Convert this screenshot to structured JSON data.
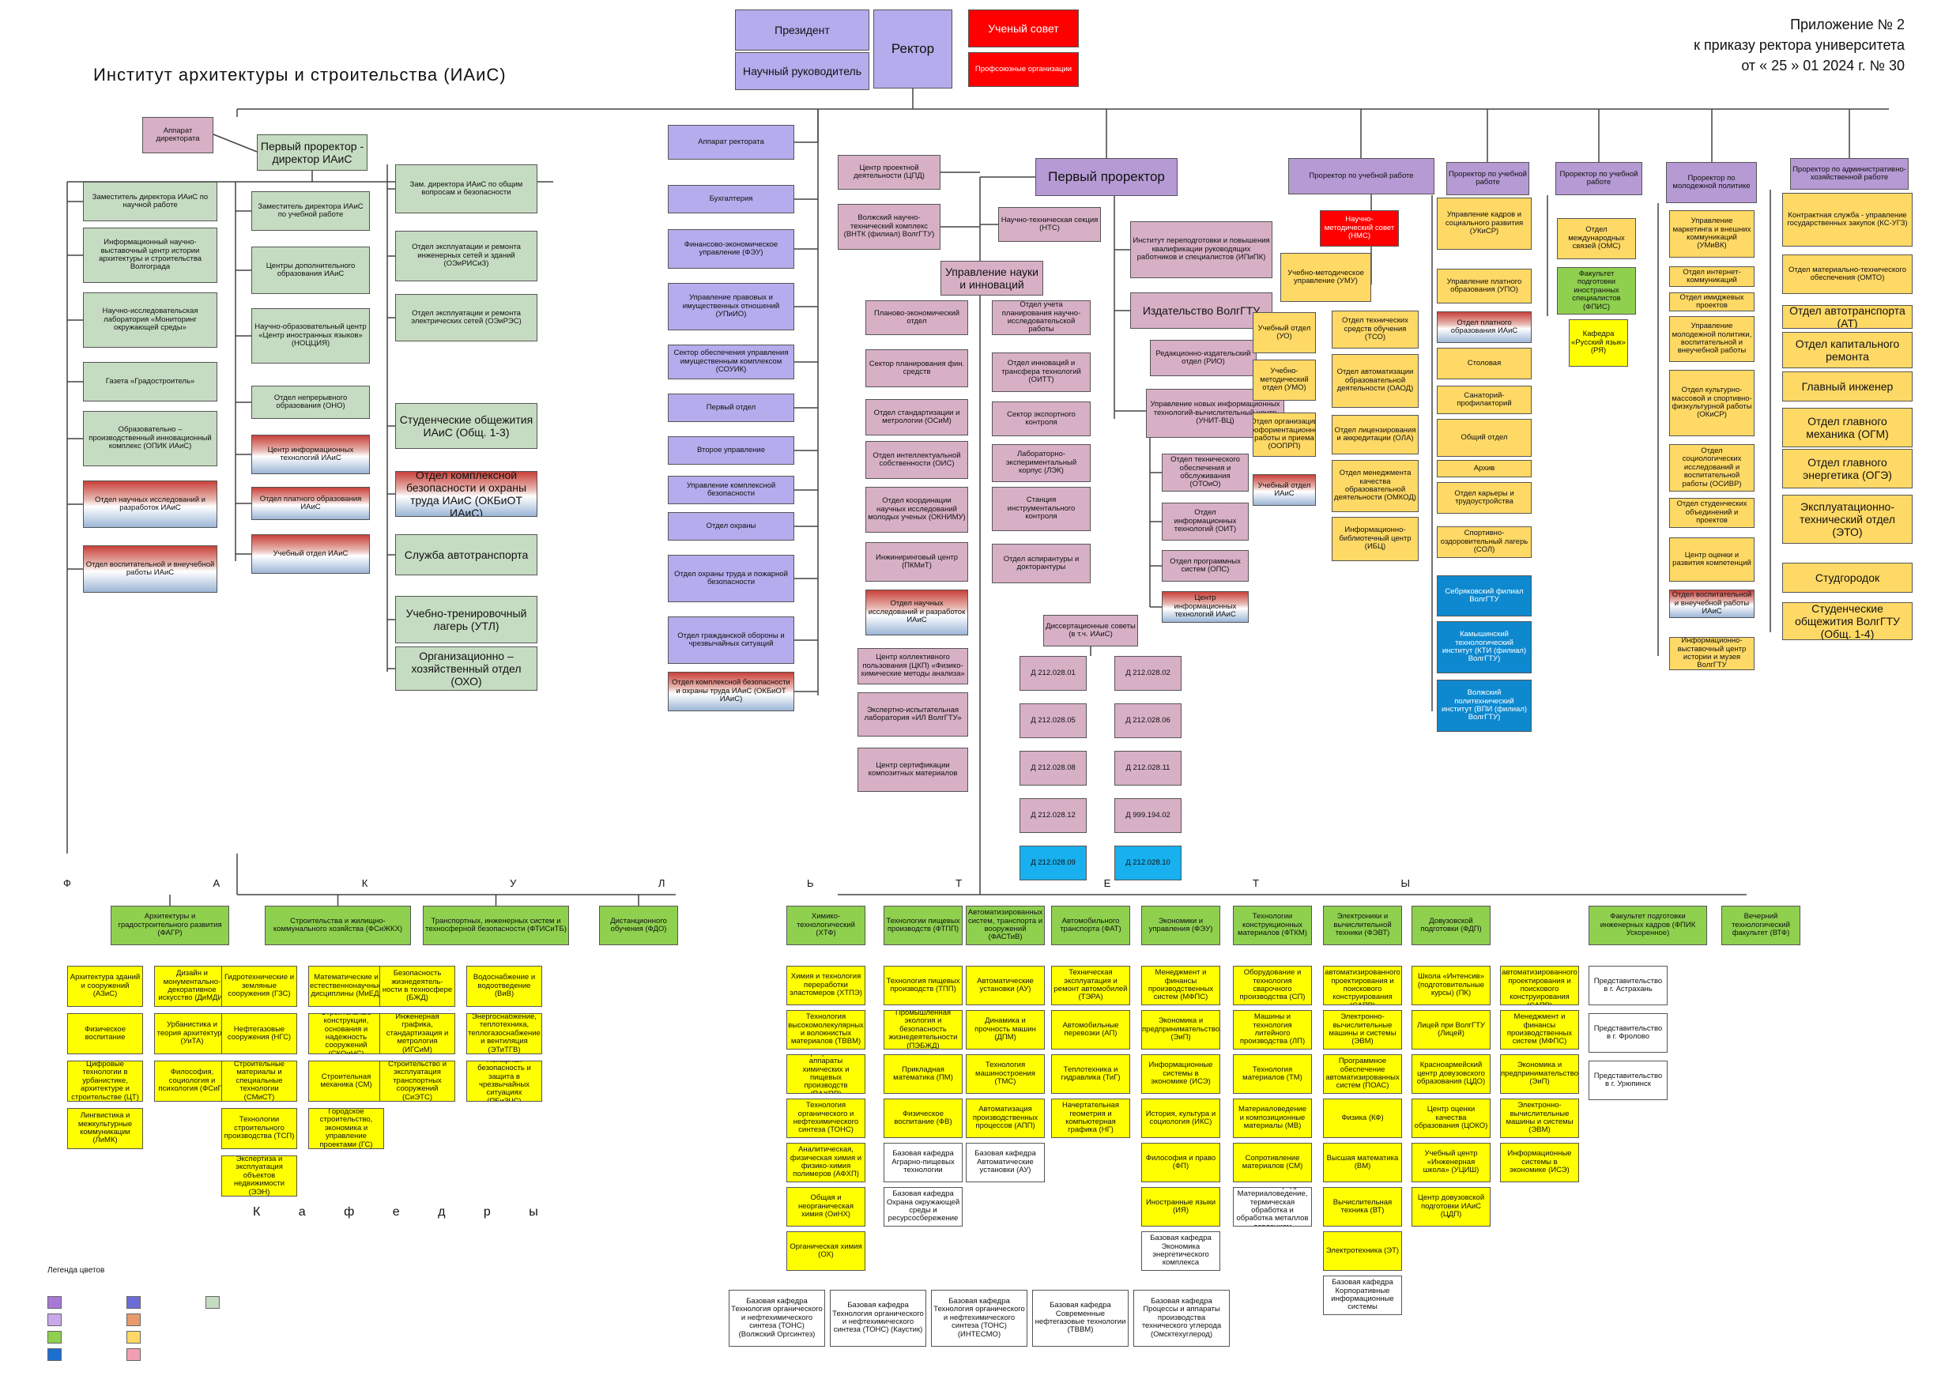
{
  "header": {
    "title": "Институт архитектуры и строительства (ИАиС)",
    "appendix": "Приложение № 2\nк приказу ректора университета\nот « 25 » 01 2024 г. № 30"
  },
  "top": {
    "president": "Президент",
    "rector": "Ректор",
    "academic_council": "Ученый совет",
    "scientific_director": "Научный руководитель",
    "union": "Профсоюзные организации"
  },
  "iais": {
    "apparatus": "Аппарат директората",
    "first_prorector": "Первый проректор - директор ИАиС",
    "col1": [
      "Заместитель директора ИАиС по научной работе",
      "Информационный научно-выставочный центр истории архитектуры и строительства Волгограда",
      "Научно-исследовательская лаборатория «Мониторинг окружающей среды»",
      "Газета «Градостроитель»",
      "Образовательно – производственный инновационный комплекс (ОПИК ИАиС)",
      "Отдел научных исследований и разработок ИАиС",
      "Отдел воспитательной и внеучебной работы ИАиС"
    ],
    "col2": [
      "Заместитель директора ИАиС по учебной работе",
      "Центры дополнительного образования ИАиС",
      "Научно-образовательный центр «Центр иностранных языков» (НОЦЦИЯ)",
      "Отдел непрерывного образования (ОНО)",
      "Центр информационных технологий ИАиС",
      "Отдел платного образования ИАиС",
      "Учебный отдел ИАиС"
    ],
    "col3": [
      "Зам. директора ИАиС по общим вопросам и безопасности",
      "Отдел эксплуатации и ремонта инженерных сетей и зданий (ОЭиРИСиЗ)",
      "Отдел эксплуатации и ремонта электрических сетей (ОЭиРЭС)",
      "Студенческие общежития ИАиС (Общ. 1-3)",
      "Отдел комплексной безопасности и охраны труда ИАиС (ОКБиОТ ИАиС)",
      "Служба автотранспорта",
      "Учебно-тренировочный лагерь (УТЛ)",
      "Организационно – хозяйственный отдел (ОХО)"
    ]
  },
  "rectorate": [
    "Аппарат ректората",
    "Бухгалтерия",
    "Финансово-экономическое управление (ФЭУ)",
    "Управление правовых и имущественных отношений (УПиИО)",
    "Сектор обеспечения управления имущественным комплексом (СОУИК)",
    "Первый отдел",
    "Второе управление",
    "Управление комплексной безопасности",
    "Отдел охраны",
    "Отдел охраны труда и пожарной безопасности",
    "Отдел гражданской обороны и чрезвычайных ситуаций",
    "Отдел комплексной безопасности и охраны труда ИАиС (ОКБиОТ ИАиС)"
  ],
  "first_prorector": {
    "title": "Первый проректор",
    "cpd": "Центр проектной деятельности (ЦПД)",
    "vntk": "Волжский научно-технический комплекс (ВНТК (филиал) ВолгГТУ)",
    "nts": "Научно-техническая секция (НТС)",
    "uni": "Управление науки и инноваций",
    "left": [
      "Планово-экономический отдел",
      "Сектор планирования фин. средств",
      "Отдел стандартизации и метрологии (ОСиМ)",
      "Отдел интеллектуальной собственности (ОИС)",
      "Отдел координации научных исследований молодых ученых (ОКНИМУ)",
      "Инжиниринговый центр (ПКМиТ)",
      "Отдел научных исследований и разработок ИАиС"
    ],
    "left_small": [
      "Центр коллективного пользования (ЦКП) «Физико-химические методы анализа»",
      "Экспертно-испытательная лаборатория «ИЛ ВолгГТУ»",
      "Центр сертификации композитных материалов"
    ],
    "right": [
      "Отдел учета планирования научно-исследовательской работы",
      "Отдел инноваций и трансфера технологий (ОИТТ)",
      "Сектор экспортного контроля",
      "Лабораторно-экспериментальный корпус (ЛЭК)",
      "Станция инструментального контроля",
      "Отдел аспирантуры и докторантуры"
    ],
    "dissertation": "Диссертационные советы (в т.ч. ИАиС)",
    "councils": [
      "Д 212.028.01",
      "Д 212.028.02",
      "Д 212.028.05",
      "Д 212.028.06",
      "Д 212.028.08",
      "Д 212.028.11",
      "Д 212.028.12",
      "Д 999.194.02",
      "Д 212.028.09",
      "Д 212.028.10"
    ],
    "ipipk": "Институт переподготовки и повышения квалификации руководящих работников и специалистов (ИПиПК)",
    "publishing": "Издательство ВолгГТУ",
    "rio": "Редакционно-издательский отдел (РИО)",
    "unit": "Управление новых информационных технологий-вычислительный центр (УНИТ-ВЦ)",
    "unit_sub": [
      "Отдел технического обеспечения и обслуживания (ОТОиО)",
      "Отдел информационных технологий (ОИТ)",
      "Отдел программных систем (ОПС)",
      "Центр информационных технологий ИАиС"
    ]
  },
  "edu": {
    "title": "Проректор по учебной работе",
    "nms": "Научно-методический совет (НМС)",
    "umu": "Учебно-методическое управление (УМУ)",
    "left": [
      "Учебный отдел (УО)",
      "Учебно-методический отдел (УМО)",
      "Отдел организации профориентационной работы и приема (ООПРП)",
      "Учебный отдел ИАиС"
    ],
    "right": [
      "Отдел технических средств обучения (ТСО)",
      "Отдел автоматизации образовательной деятельности (ОАОД)",
      "Отдел лицензирования и аккредитации (ОЛА)",
      "Отдел менеджмента качества образовательной деятельности (ОМКОД)",
      "Информационно-библиотечный центр (ИБЦ)"
    ]
  },
  "edu2": {
    "title": "Проректор по учебной работе",
    "items": [
      "Управление кадров и социального развития (УКиСР)",
      "Управление платного образования (УПО)",
      "Отдел платного образования ИАиС",
      "Столовая",
      "Санаторий-профилакторий",
      "Общий отдел",
      "Архив",
      "Отдел карьеры и трудоустройства",
      "Спортивно-оздоровительный лагерь (СОЛ)",
      "Себряковский филиал ВолгГТУ",
      "Камышинский технологический институт (КТИ (филиал) ВолгГТУ)",
      "Волжский политехнический институт (ВПИ (филиал) ВолгГТУ)"
    ]
  },
  "edu3": {
    "title": "Проректор по учебной работе",
    "items": [
      "Отдел международных связей (ОМС)",
      "Факультет подготовки иностранных специалистов (ФПИС)",
      "Кафедра «Русский язык» (РЯ)"
    ]
  },
  "youth": {
    "title": "Проректор по молодежной политике",
    "items": [
      "Управление маркетинга и внешних коммуникаций (УМиВК)",
      "Отдел интернет-коммуникаций",
      "Отдел имиджевых проектов",
      "Управление молодежной политики, воспитательной и внеучебной работы",
      "Отдел культурно-массовой и спортивно-физкультурной работы (ОКиСР)",
      "Отдел социологических исследований и воспитательной работы (ОСИВР)",
      "Отдел студенческих объединений и проектов",
      "Центр оценки и развития компетенций",
      "Отдел воспитательной и внеучебной работы ИАиС",
      "Информационно-выставочный центр истории и музея ВолгГТУ"
    ]
  },
  "admin": {
    "title": "Проректор по административно-хозяйственной работе",
    "items": [
      "Контрактная служба - управление государственных закупок (КС-УГЗ)",
      "Отдел материально-технического обеспечения (ОМТО)",
      "Отдел автотранспорта (АТ)",
      "Отдел капитального ремонта",
      "Главный инженер",
      "Отдел главного механика (ОГМ)",
      "Отдел главного энергетика (ОГЭ)",
      "Эксплуатационно-технический отдел (ЭТО)",
      "Студгородок",
      "Студенческие общежития ВолгГТУ (Общ. 1-4)"
    ]
  },
  "faculties_label": "Ф А К У Л Ь Т Е Т Ы",
  "kafedry_label": "К а ф е д р ы",
  "iais_faculties": [
    {
      "name": "Архитектуры и градостроительного развития (ФАГР)",
      "deps": [
        "Архитектура зданий и сооружений (АЗиС)",
        "Дизайн и монументально-декоративное искусство (ДиМДИ)",
        "Физическое воспитание",
        "Урбанистика и теория архитектуры (УиТА)",
        "Цифровые технологии в урбанистике, архитектуре и строительстве (ЦТ)",
        "Философия, социология и психология (ФСиП)",
        "Лингвистика и межкультурные коммуникации (ЛиМК)"
      ]
    },
    {
      "name": "Строительства и жилищно-коммунального хозяйства (ФСиЖКХ)",
      "deps": [
        "Гидротехнические и земляные сооружения (ГЗС)",
        "Математические и естественнонаучные дисциплины (МиЕД)",
        "Нефтегазовые сооружения (НГС)",
        "Строительные конструкции, основания и надежность сооружений (СКОиНС)",
        "Строительные материалы и специальные технологии (СМиСТ)",
        "Строительная механика (СМ)",
        "Технологии строительного производства (ТСП)",
        "Городское строительство, экономика и управление проектами (ГС)",
        "Экспертиза и эксплуатация объектов недвижимости (ЭЭН)"
      ]
    },
    {
      "name": "Транспортных, инженерных систем и техносферной безопасности (ФТИСиТБ)",
      "deps": [
        "Безопасность жизнедеятель-ности в техносфере (БЖД)",
        "Водоснабжение и водоотведение (ВиВ)",
        "Инженерная графика, стандартизация и метрология (ИГСиМ)",
        "Энергоснабжение, теплотехника, теплогазоснабжение и вентиляция (ЭТиТГВ)",
        "Строительство и эксплуатация транспортных сооружений (СиЭТС)",
        "Пожарная безопасность и защита в чрезвычайных ситуациях (ПБиЗЧС)"
      ]
    },
    {
      "name": "Дистанционного обучения (ФДО)",
      "deps": []
    }
  ],
  "vstu_faculties": [
    {
      "name": "Химико-технологический (ХТФ)",
      "deps": [
        "Химия и технология переработки эластомеров (ХТПЭ)",
        "Технология высокомолекулярных и волокнистых материалов (ТВВМ)",
        "Процессы и аппараты химических и пищевых производств (ПАХПП)",
        "Технология органического и нефтехимического синтеза (ТОНС)",
        "Аналитическая, физическая химия и физико-химия полимеров (АФХП)",
        "Общая и неорганическая химия (ОиНХ)",
        "Органическая химия (ОХ)"
      ]
    },
    {
      "name": "Технологии пищевых производств (ФТПП)",
      "deps": [
        "Технология пищевых производств (ТПП)",
        "Промышленная экология и безопасность жизнедеятельности (ПЭБЖД)",
        "Прикладная математика (ПМ)",
        "Физическое воспитание (ФВ)"
      ],
      "base": [
        "Базовая кафедра Аграрно-пищевых технологии",
        "Базовая кафедра Охрана окружающей среды и ресурсосбережение"
      ]
    },
    {
      "name": "Автоматизированных систем, транспорта и вооружений (ФАСТиВ)",
      "deps": [
        "Автоматические установки (АУ)",
        "Динамика и прочность машин (ДПМ)",
        "Технология машиностроения (ТМС)",
        "Автоматизация производственных процессов (АПП)"
      ],
      "base": [
        "Базовая кафедра Автоматические установки (АУ)"
      ]
    },
    {
      "name": "Автомобильного транспорта (ФАТ)",
      "deps": [
        "Техническая эксплуатация и ремонт автомобилей (ТЭРА)",
        "Автомобильные перевозки (АП)",
        "Теплотехника и гидравлика (ТиГ)",
        "Начертательная геометрия и компьютерная графика (НГ)"
      ]
    },
    {
      "name": "Экономики и управления (ФЭУ)",
      "deps": [
        "Менеджмент и финансы производственных систем (МФПС)",
        "Экономика и предпринимательство (ЭиП)",
        "Информационные системы в экономике (ИСЭ)",
        "История, культура и социология (ИКС)",
        "Философия и право (ФП)",
        "Иностранные языки (ИЯ)"
      ],
      "base": [
        "Базовая кафедра Экономика энергетического комплекса"
      ]
    },
    {
      "name": "Технологии конструкционных материалов (ФТКМ)",
      "deps": [
        "Оборудование и технология сварочного производства (СП)",
        "Машины и технология литейного производства (ЛП)",
        "Технология материалов (ТМ)",
        "Материаловедение и композиционные материалы (МВ)",
        "Сопротивление материалов (СМ)"
      ],
      "base": [
        "Базовая кафедра Материаловедение, термическая обработка и обработка металлов давлением"
      ]
    },
    {
      "name": "Электроники и вычислительной техники (ФЭВТ)",
      "deps": [
        "Системы автоматизированного проектирования и поискового конструирования (САПР)",
        "Электронно-вычислительные машины и системы (ЭВМ)",
        "Программное обеспечение автоматизированных систем (ПОАС)",
        "Физика (КФ)",
        "Высшая математика (ВМ)",
        "Вычислительная техника (ВТ)",
        "Электротехника (ЭТ)"
      ],
      "base": [
        "Базовая кафедра Корпоративные информационные системы"
      ]
    },
    {
      "name": "Довузовской подготовки (ФДП)",
      "deps": [
        "Школа «Интенсив» (подготовительные курсы) (ПК)",
        "Лицей при ВолгГТУ (Лицей)",
        "Красноармейский центр довузовского образования (ЦДО)",
        "Центр оценки качества образования (ЦОКО)",
        "Учебный центр «Инженерная школа» (УЦИШ)",
        "Центр довузовской подготовки ИАиС (ЦДП)"
      ]
    },
    {
      "name": "Факультет подготовки инженерных кадров (ФПИК Ускоренное)",
      "deps": [
        "Системы автоматизированного проектирования и поискового конструирования (САПР)",
        "Менеджмент и финансы производственных систем (МФПС)",
        "Экономика и предпринимательство (ЭиП)",
        "Электронно-вычислительные машины и системы (ЭВМ)",
        "Информационные системы в экономике (ИСЭ)"
      ]
    },
    {
      "name": "Вечерний технологический факультет (ВТФ)",
      "deps": [],
      "reps": [
        "Представительство в г. Астрахань",
        "Представительство в г. Фролово",
        "Представительство в г. Урюпинск"
      ]
    }
  ],
  "base_kafedry": [
    "Базовая кафедра Технология органического и нефтехимического синтеза (ТОНС) (Волжский Оргсинтез)",
    "Базовая кафедра Технология органического и нефтехимического синтеза (ТОНС) (Каустик)",
    "Базовая кафедра Технология органического и нефтехимического синтеза (ТОНС) (ИНТЕСМО)",
    "Базовая кафедра Современные нефтегазовые технологии (ТВВМ)",
    "Базовая кафедра Процессы и аппараты производства технического углерода (Омсктехуглерод)"
  ],
  "legend": {
    "title": "Легенда цветов"
  }
}
